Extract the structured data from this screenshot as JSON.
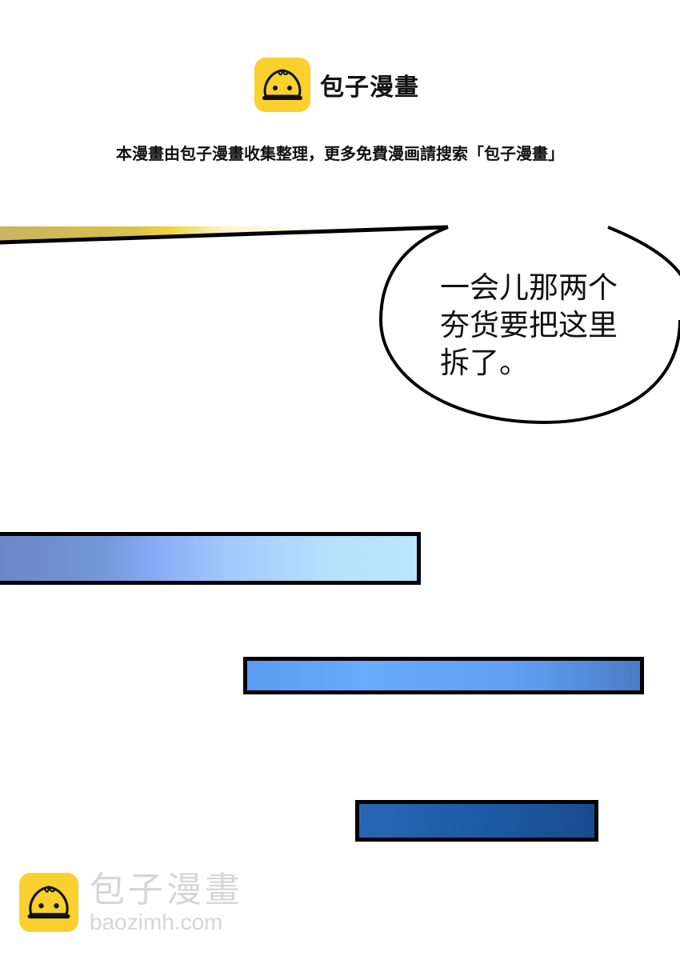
{
  "header": {
    "brand_name": "包子漫畫",
    "logo_icon": "steamed-bun-icon",
    "brand_color": "#f9d02e"
  },
  "notice": {
    "text": "本漫畫由包子漫畫收集整理，更多免費漫画請搜索「包子漫畫」"
  },
  "comic": {
    "speech_bubble": {
      "lines": [
        "一会儿那两个",
        "夯货要把这里",
        "拆了。"
      ]
    },
    "panels": [
      {
        "name": "light-blue-strip",
        "colors": [
          "#6a86c6",
          "#b9e6fc"
        ]
      },
      {
        "name": "mid-blue-strip",
        "colors": [
          "#5a9cf0",
          "#4a7cc4"
        ]
      },
      {
        "name": "dark-blue-strip",
        "colors": [
          "#2a66b4",
          "#184b8e"
        ]
      }
    ],
    "gold_streak_color": "#d8c24a"
  },
  "watermark": {
    "brand_name": "包子漫畫",
    "url": "baozimh.com",
    "logo_icon": "steamed-bun-icon"
  }
}
